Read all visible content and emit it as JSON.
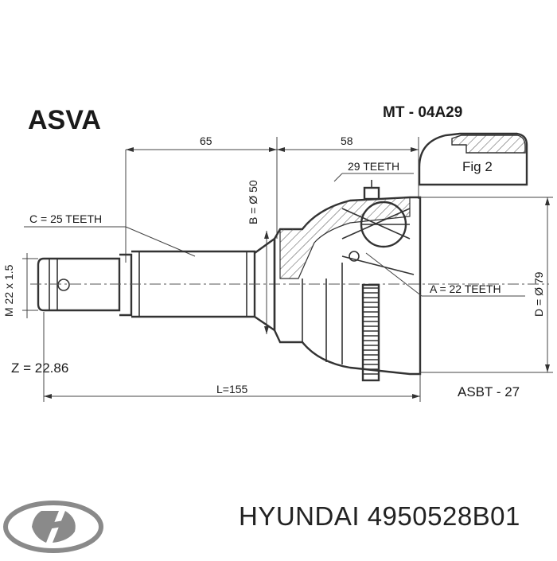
{
  "header": {
    "brand": "ASVA",
    "part_code": "MT - 04A29",
    "fig_label": "Fig 2"
  },
  "dimensions": {
    "length_a": "65",
    "length_b": "58",
    "outer_teeth": "29 TEETH",
    "b_diameter": "B = Ø 50",
    "c_teeth": "C = 25 TEETH",
    "thread": "M 22 x 1.5",
    "a_teeth": "A = 22 TEETH",
    "d_diameter": "D = Ø 79",
    "z_value": "Z = 22.86",
    "total_length": "L=155",
    "abs_ring": "ASBT - 27"
  },
  "footer": {
    "manufacturer": "HYUNDAI",
    "oem_number": "4950528B01",
    "logo_icon": "hyundai-logo-icon"
  }
}
